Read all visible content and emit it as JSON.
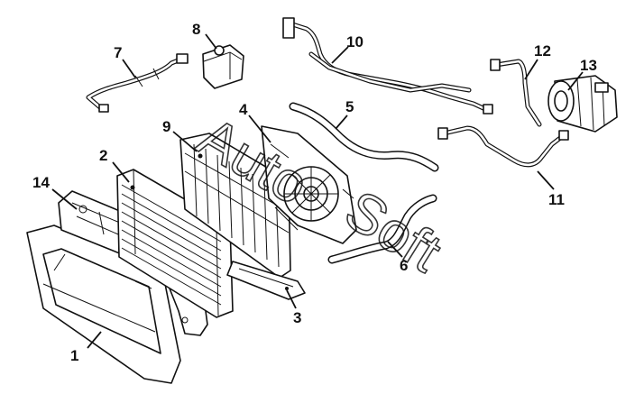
{
  "callouts": {
    "c1": "1",
    "c2": "2",
    "c3": "3",
    "c4": "4",
    "c5": "5",
    "c6": "6",
    "c7": "7",
    "c8": "8",
    "c9": "9",
    "c10": "10",
    "c11": "11",
    "c12": "12",
    "c13": "13",
    "c14": "14"
  },
  "watermark": {
    "part1": "Auto",
    "part2": "Soft"
  }
}
